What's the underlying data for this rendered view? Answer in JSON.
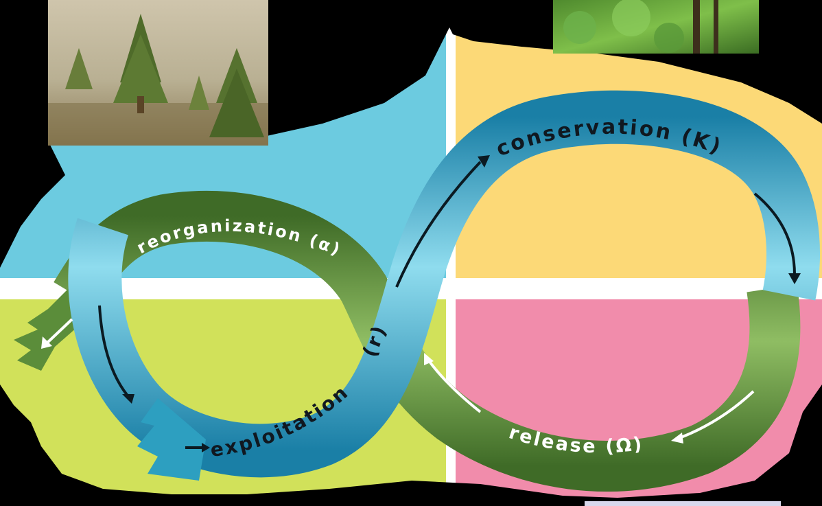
{
  "labels": {
    "conservation": "conservation (K)",
    "release": "release (Ω)",
    "reorganization": "reorganization (α)",
    "exploitation_word": "exploitation",
    "exploitation_symbol": "(r)"
  },
  "colors": {
    "background": "#000000",
    "quadrant_top_left": "#6ccbe0",
    "quadrant_top_right": "#fcd977",
    "quadrant_bottom_left": "#d1e15a",
    "quadrant_bottom_right": "#f18cab",
    "blue_band": "#2d9fc0",
    "green_band": "#5b8d3a",
    "label_dark": "#101820",
    "label_light": "#ffffff"
  },
  "photos": [
    {
      "name": "young-pine-saplings-photo"
    },
    {
      "name": "mature-forest-photo"
    }
  ]
}
